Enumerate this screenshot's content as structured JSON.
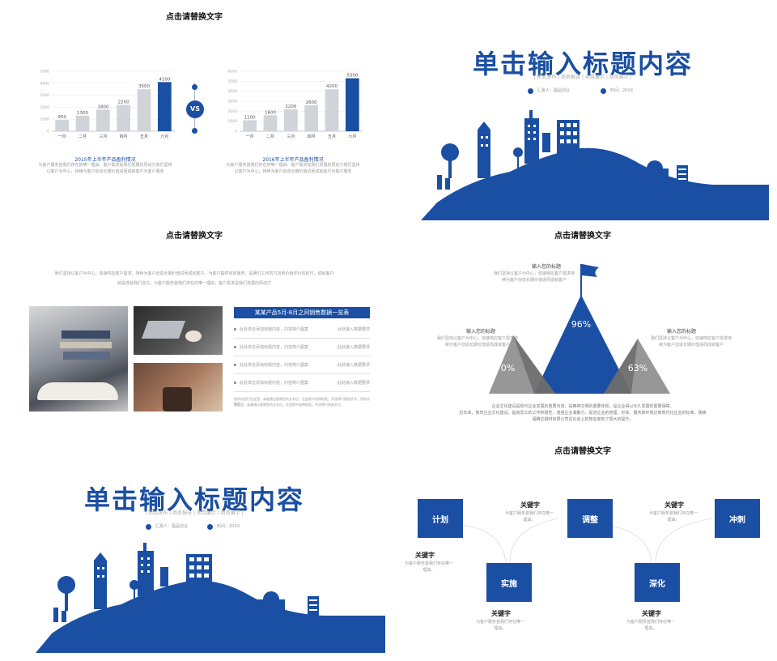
{
  "slide1": {
    "title": "点击请替换文字",
    "vs_label": "VS",
    "chart_data": [
      {
        "type": "bar",
        "title": "2015年上半年产品盈利情况",
        "categories": [
          "一月",
          "二月",
          "三月",
          "四月",
          "五月",
          "六月"
        ],
        "values": [
          950,
          1300,
          1800,
          2200,
          3500,
          4100
        ],
        "ylim": [
          0,
          5000
        ],
        "yticks": [
          "0",
          "1000",
          "2000",
          "3000",
          "4000",
          "5000"
        ],
        "highlight_color": "#1a4fa3",
        "bar_color": "#d0d3d8"
      },
      {
        "type": "bar",
        "title": "2016年上半年产品盈利情况",
        "categories": [
          "一月",
          "二月",
          "三月",
          "四月",
          "五月",
          "六月"
        ],
        "values": [
          1100,
          1600,
          2200,
          2600,
          4200,
          5300
        ],
        "ylim": [
          0,
          6000
        ],
        "yticks": [
          "0",
          "1000",
          "2000",
          "3000",
          "4000",
          "5000",
          "6000"
        ],
        "highlight_color": "#1a4fa3",
        "bar_color": "#d0d3d8"
      }
    ],
    "desc_left_1": "为客户服务首我们存在的唯一理由，客户需求是我们发展的原动力我们坚持",
    "desc_left_2": "以客户为中心，持续为客户创造长期价值进而成就客户为客户服务",
    "desc_right_1": "为客户服务首我们存在的唯一理由，客户需求是我们发展的原动力我们坚持",
    "desc_right_2": "以客户为中心，持续为客户创造长期价值进而成就客户为客户服务"
  },
  "slide2": {
    "title": "单击输入标题内容",
    "subtitle": "| 新品发布 | 商务报告 | 项目展示 | 商务展示 |",
    "reporter": "汇报人：图品创业",
    "time": "时间：20XX",
    "color": "#1a4fa3"
  },
  "slide3": {
    "title": "点击请替换文字",
    "intro_1": "我们坚持以客户为中心，快速响应客户需求，持续为客户创造长期价值进而成就客户。为客户提供有效服务，是我们工作的方向和价值评价的标尺，成就客户",
    "intro_2": "就是成就我们自己。为客户服务首我们存在的唯一理由，客户需求是我们发展的原动力",
    "table_title": "某某产品5月-8月之间销售数据一览表",
    "rows": [
      {
        "left": "此处单击添加标题内容，内容简介图案",
        "right": "此处输入数据要求"
      },
      {
        "left": "此处单击添加标题内容，内容简介图案",
        "right": "此处输入数据要求"
      },
      {
        "left": "此处单击添加标题内容，内容简介图案",
        "right": "此处输入数据要求"
      },
      {
        "left": "此处单击添加标题内容，内容简介图案",
        "right": "此处输入数据要求"
      }
    ],
    "foot_1": "您的内容打在这里，或者通过复制您的文本后，在此框中选择粘贴，并选择只保留文字。您的内容打",
    "foot_2": "在这里，或者通过复制您的文本后，在此框中选择粘贴，并选择只保留文字。"
  },
  "slide4": {
    "title": "点击请替换文字",
    "top_label": "输入您的标题",
    "top_desc_1": "我们坚持以客户为中心，快速响应客户需求持",
    "top_desc_2": "续为客户创造长期价值进而成就客户",
    "left_label": "输入您的标题",
    "left_desc_1": "我们坚持以客户为中心，快速响应客户需求持",
    "left_desc_2": "续为客户创造长期价值进而成就客户",
    "right_label": "输入您的标题",
    "right_desc_1": "我们坚持以客户为中心，快速响应客户需求持",
    "right_desc_2": "续为客户创造长期价值进而成就客户",
    "pct_center": "96%",
    "pct_left": "70%",
    "pct_right": "63%",
    "body_1": "企业文化建设是现代企业发展的重要内容。是精神文明的重要体现，是企业得以长久发展的重要保障。",
    "body_2": "近年来，我司企业文化建设，提高员工的工作积极性，增强企业凝聚力，促进企业的管理、形象、服务和环境达到现代化企业的标准，使耕",
    "body_3": "福腾达钢材有限公司在社会上的知名度有了很大的提升。"
  },
  "slide5": {
    "title": "单击输入标题内容",
    "subtitle": "| 新品发布 | 商务报告 | 项目展示 | 商务展示 |",
    "reporter": "汇报人：图品创业",
    "time": "时间：20XX"
  },
  "slide6": {
    "title": "点击请替换文字",
    "steps": [
      {
        "label": "计划",
        "kw": "关键字",
        "desc_1": "为客户服务首我们存在唯一",
        "desc_2": "理由。"
      },
      {
        "label": "实施",
        "kw": "关键字",
        "desc_1": "为客户服务首我们存在唯一",
        "desc_2": "理由。"
      },
      {
        "label": "调整",
        "kw": "关键字",
        "desc_1": "为客户服务首我们存在唯一",
        "desc_2": "理由。"
      },
      {
        "label": "深化",
        "kw": "关键字",
        "desc_1": "为客户服务首我们存在唯一",
        "desc_2": "理由。"
      },
      {
        "label": "冲刺",
        "kw": "关键字",
        "desc_1": "为客户服务首我们存在唯一",
        "desc_2": "理由。"
      }
    ]
  }
}
